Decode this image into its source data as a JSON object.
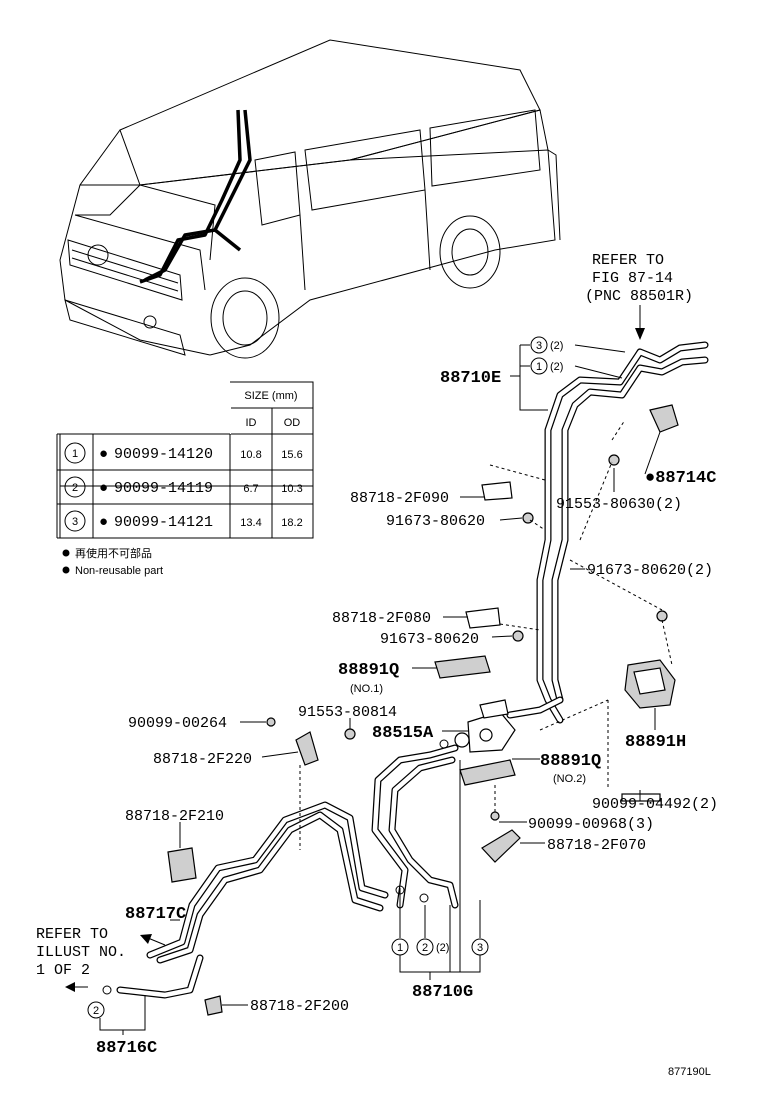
{
  "table": {
    "header_size": "SIZE (mm)",
    "header_id": "ID",
    "header_od": "OD",
    "rows": [
      {
        "num": "1",
        "part": "90099-14120",
        "id": "10.8",
        "od": "15.6"
      },
      {
        "num": "2",
        "part": "90099-14119",
        "id": "6.7",
        "od": "10.3"
      },
      {
        "num": "3",
        "part": "90099-14121",
        "id": "13.4",
        "od": "18.2"
      }
    ],
    "bullet": "●"
  },
  "notes": {
    "jp": "再使用不可部品",
    "en": "Non-reusable part"
  },
  "refer_top": {
    "line1": "REFER TO",
    "line2": "FIG 87-14",
    "line3": "(PNC 88501R)"
  },
  "refer_left": {
    "line1": "REFER TO",
    "line2": "ILLUST NO.",
    "line3": "1 OF 2"
  },
  "labels": {
    "p88710E": "88710E",
    "c3_top": "3",
    "c1_top": "1",
    "x2_a": "(2)",
    "x2_b": "(2)",
    "p88714C": "●88714C",
    "p91553_80630": "91553-80630(2)",
    "p88718_2F090": "88718-2F090",
    "p91673_80620_a": "91673-80620",
    "p91673_80620_2": "91673-80620(2)",
    "p88718_2F080": "88718-2F080",
    "p91673_80620_b": "91673-80620",
    "p88891Q_1": "88891Q",
    "no1": "(NO.1)",
    "p90099_00264": "90099-00264",
    "p91553_80814": "91553-80814",
    "p88515A": "88515A",
    "p88891H": "88891H",
    "p88718_2F220": "88718-2F220",
    "p88891Q_2": "88891Q",
    "no2": "(NO.2)",
    "p90099_04492": "90099-04492(2)",
    "p90099_00968": "90099-00968(3)",
    "p88718_2F210": "88718-2F210",
    "p88718_2F070": "88718-2F070",
    "p88717C": "88717C",
    "p88718_2F200": "88718-2F200",
    "p88716C": "88716C",
    "p88710G": "88710G",
    "c1_bot": "1",
    "c2_bot": "2",
    "c3_bot": "3",
    "x2_c": "(2)",
    "c2_left": "2",
    "figure_code": "877190L"
  }
}
